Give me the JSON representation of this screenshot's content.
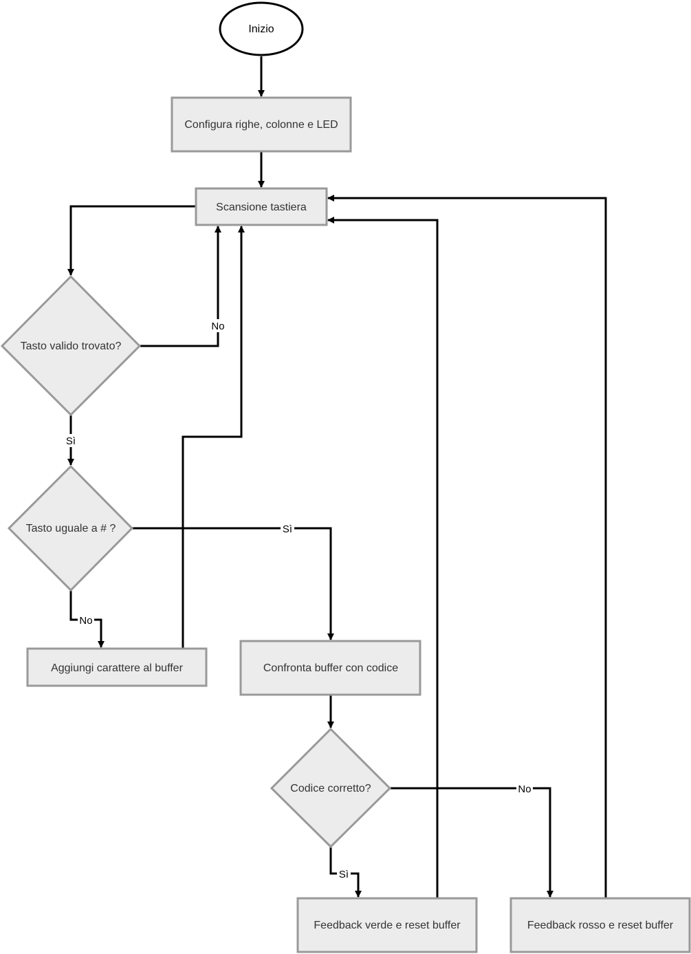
{
  "nodes": {
    "start": "Inizio",
    "configure": "Configura righe, colonne e LED",
    "scan": "Scansione tastiera",
    "valid_key": "Tasto valido trovato?",
    "key_hash": "Tasto uguale a # ?",
    "append": "Aggiungi carattere al buffer",
    "compare": "Confronta buffer con codice",
    "correct": "Codice corretto?",
    "green": "Feedback verde e reset buffer",
    "red": "Feedback rosso e reset buffer"
  },
  "edge_labels": {
    "valid_no": "No",
    "valid_yes": "Sì",
    "hash_yes": "Sì",
    "hash_no": "No",
    "correct_no": "No",
    "correct_yes": "Sì"
  },
  "colors": {
    "node_fill": "#ececec",
    "node_border": "#999999",
    "edge": "#000000"
  }
}
